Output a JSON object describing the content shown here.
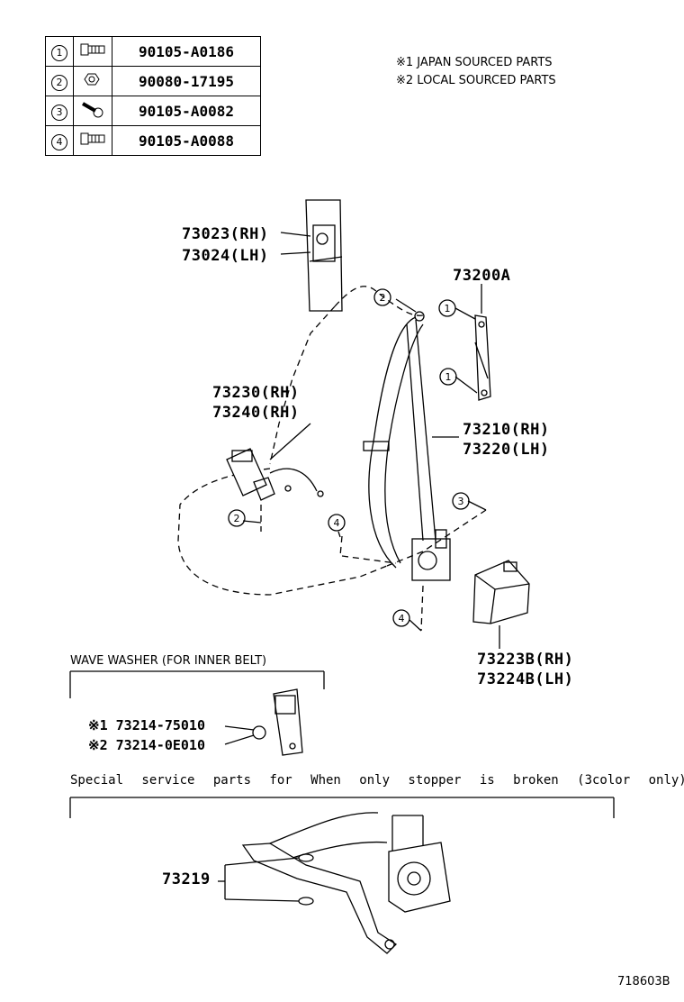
{
  "fastener_table": [
    {
      "ref": "1",
      "icon": "bolt-icon",
      "part": "90105-A0186"
    },
    {
      "ref": "2",
      "icon": "nut-icon",
      "part": "90080-17195"
    },
    {
      "ref": "3",
      "icon": "screw-icon",
      "part": "90105-A0082"
    },
    {
      "ref": "4",
      "icon": "bolt-icon",
      "part": "90105-A0088"
    }
  ],
  "notes": {
    "note1": "※1  JAPAN SOURCED PARTS",
    "note2": "※2  LOCAL SOURCED PARTS"
  },
  "callouts": {
    "guide_rh": "73023(RH)",
    "guide_lh": "73024(LH)",
    "anchor": "73200A",
    "buckle_rh": "73230(RH)",
    "buckle_rh2": "73240(RH)",
    "belt_rh": "73210(RH)",
    "belt_lh": "73220(LH)",
    "cover_rh": "73223B(RH)",
    "cover_lh": "73224B(LH)",
    "stopper": "73219"
  },
  "circle_refs": {
    "a": "2",
    "b": "1",
    "c": "1",
    "d": "3",
    "e": "4",
    "f": "2",
    "g": "4"
  },
  "wave_washer": {
    "title": "WAVE WASHER (FOR INNER BELT)",
    "item1": "※1 73214-75010",
    "item2": "※2 73214-0E010"
  },
  "service_note": "Special service parts for When only stopper is broken (3color only)",
  "diagram_id": "718603B"
}
